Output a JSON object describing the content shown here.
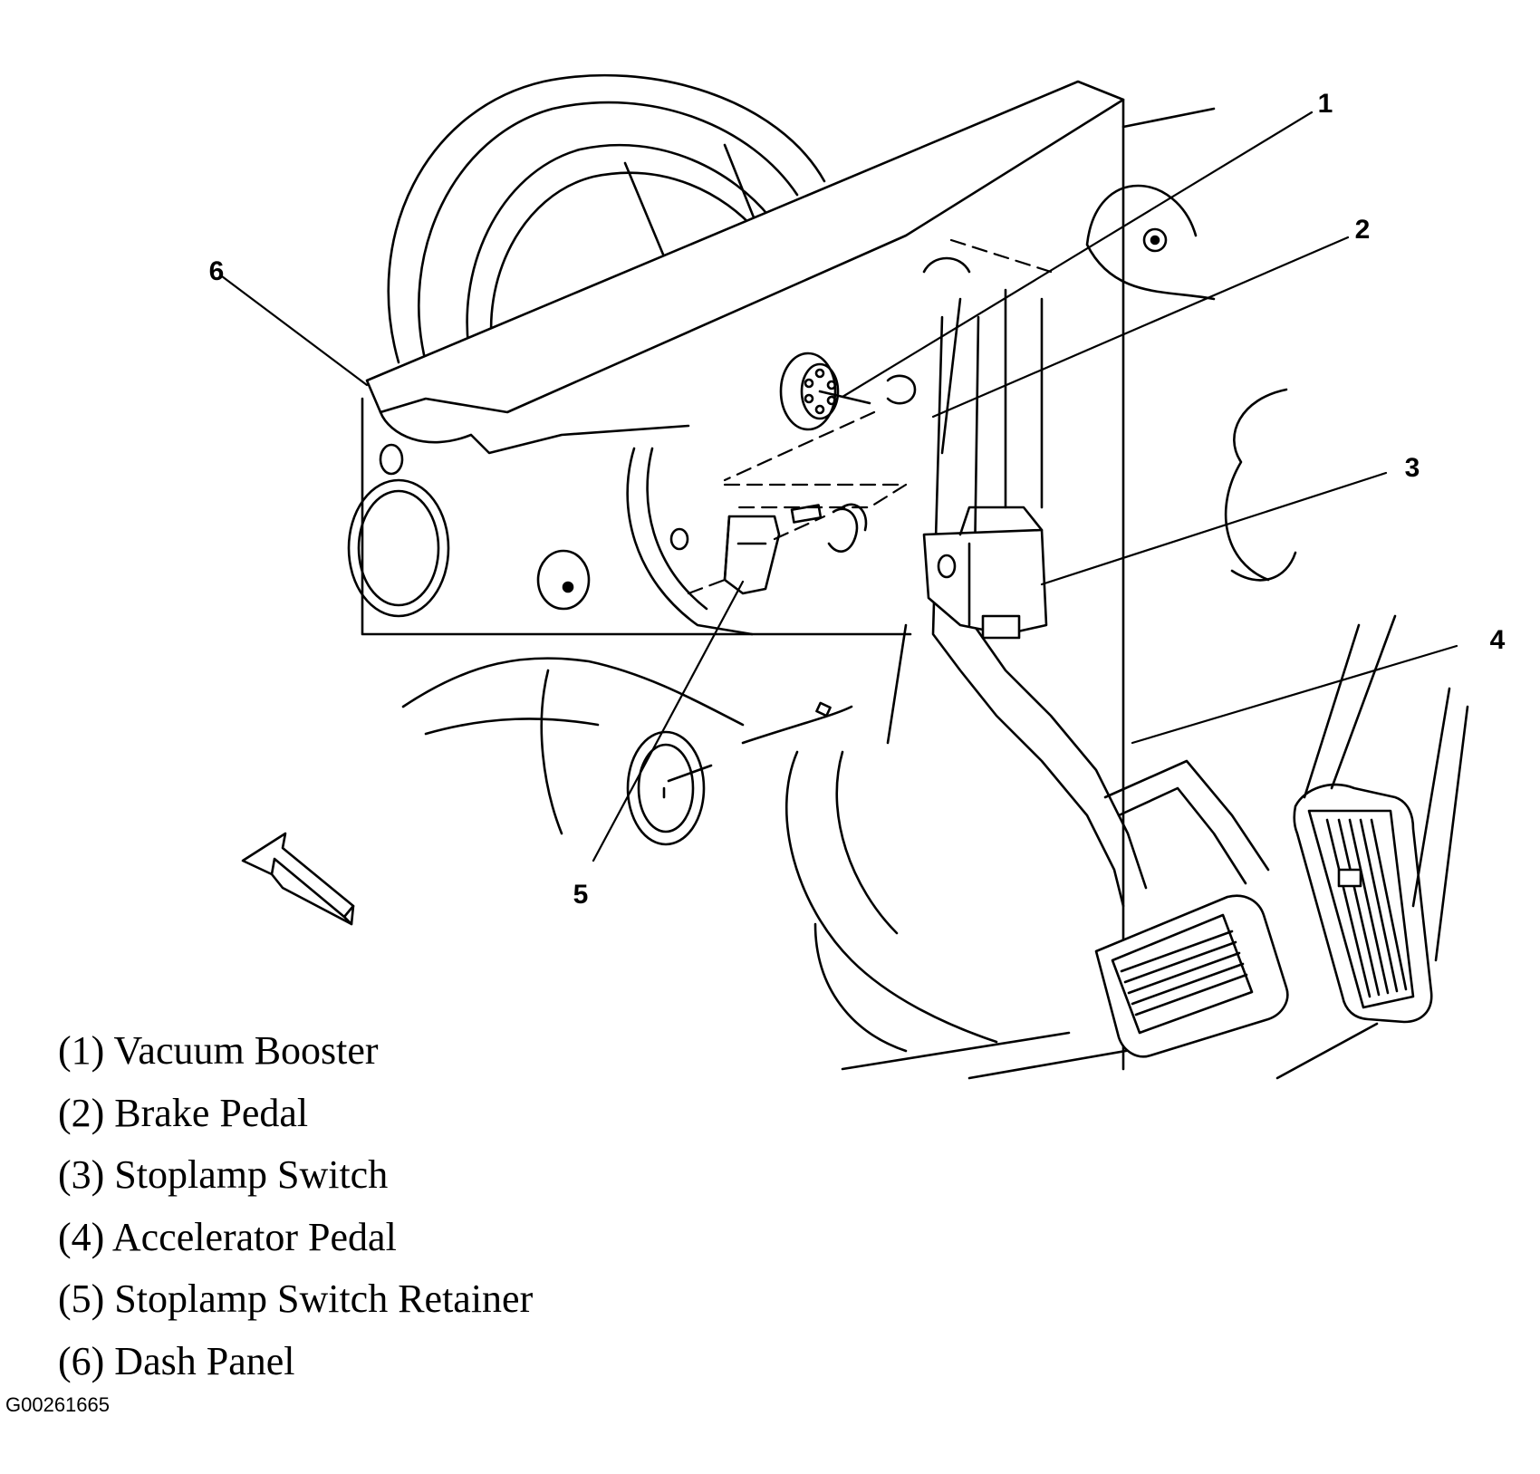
{
  "callouts": {
    "c1": "1",
    "c2": "2",
    "c3": "3",
    "c4": "4",
    "c5": "5",
    "c6": "6"
  },
  "legend": [
    "(1) Vacuum Booster",
    "(2) Brake Pedal",
    "(3) Stoplamp Switch",
    "(4) Accelerator Pedal",
    "(5) Stoplamp Switch Retainer",
    "(6) Dash Panel"
  ],
  "figure_id": "G00261665"
}
